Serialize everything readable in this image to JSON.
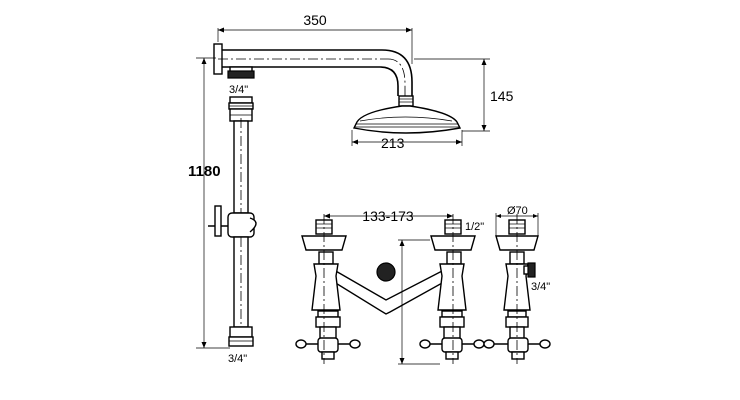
{
  "labels": {
    "arm_length": "350",
    "head_height": "145",
    "head_diameter": "213",
    "rail_height": "1180",
    "thread_top": "3/4\"",
    "thread_bottom": "3/4\"",
    "spout_spacing": "133-173",
    "inlet_thread": "1/2\"",
    "handle_diameter": "Ø70",
    "side_outlet_thread": "3/4\""
  }
}
